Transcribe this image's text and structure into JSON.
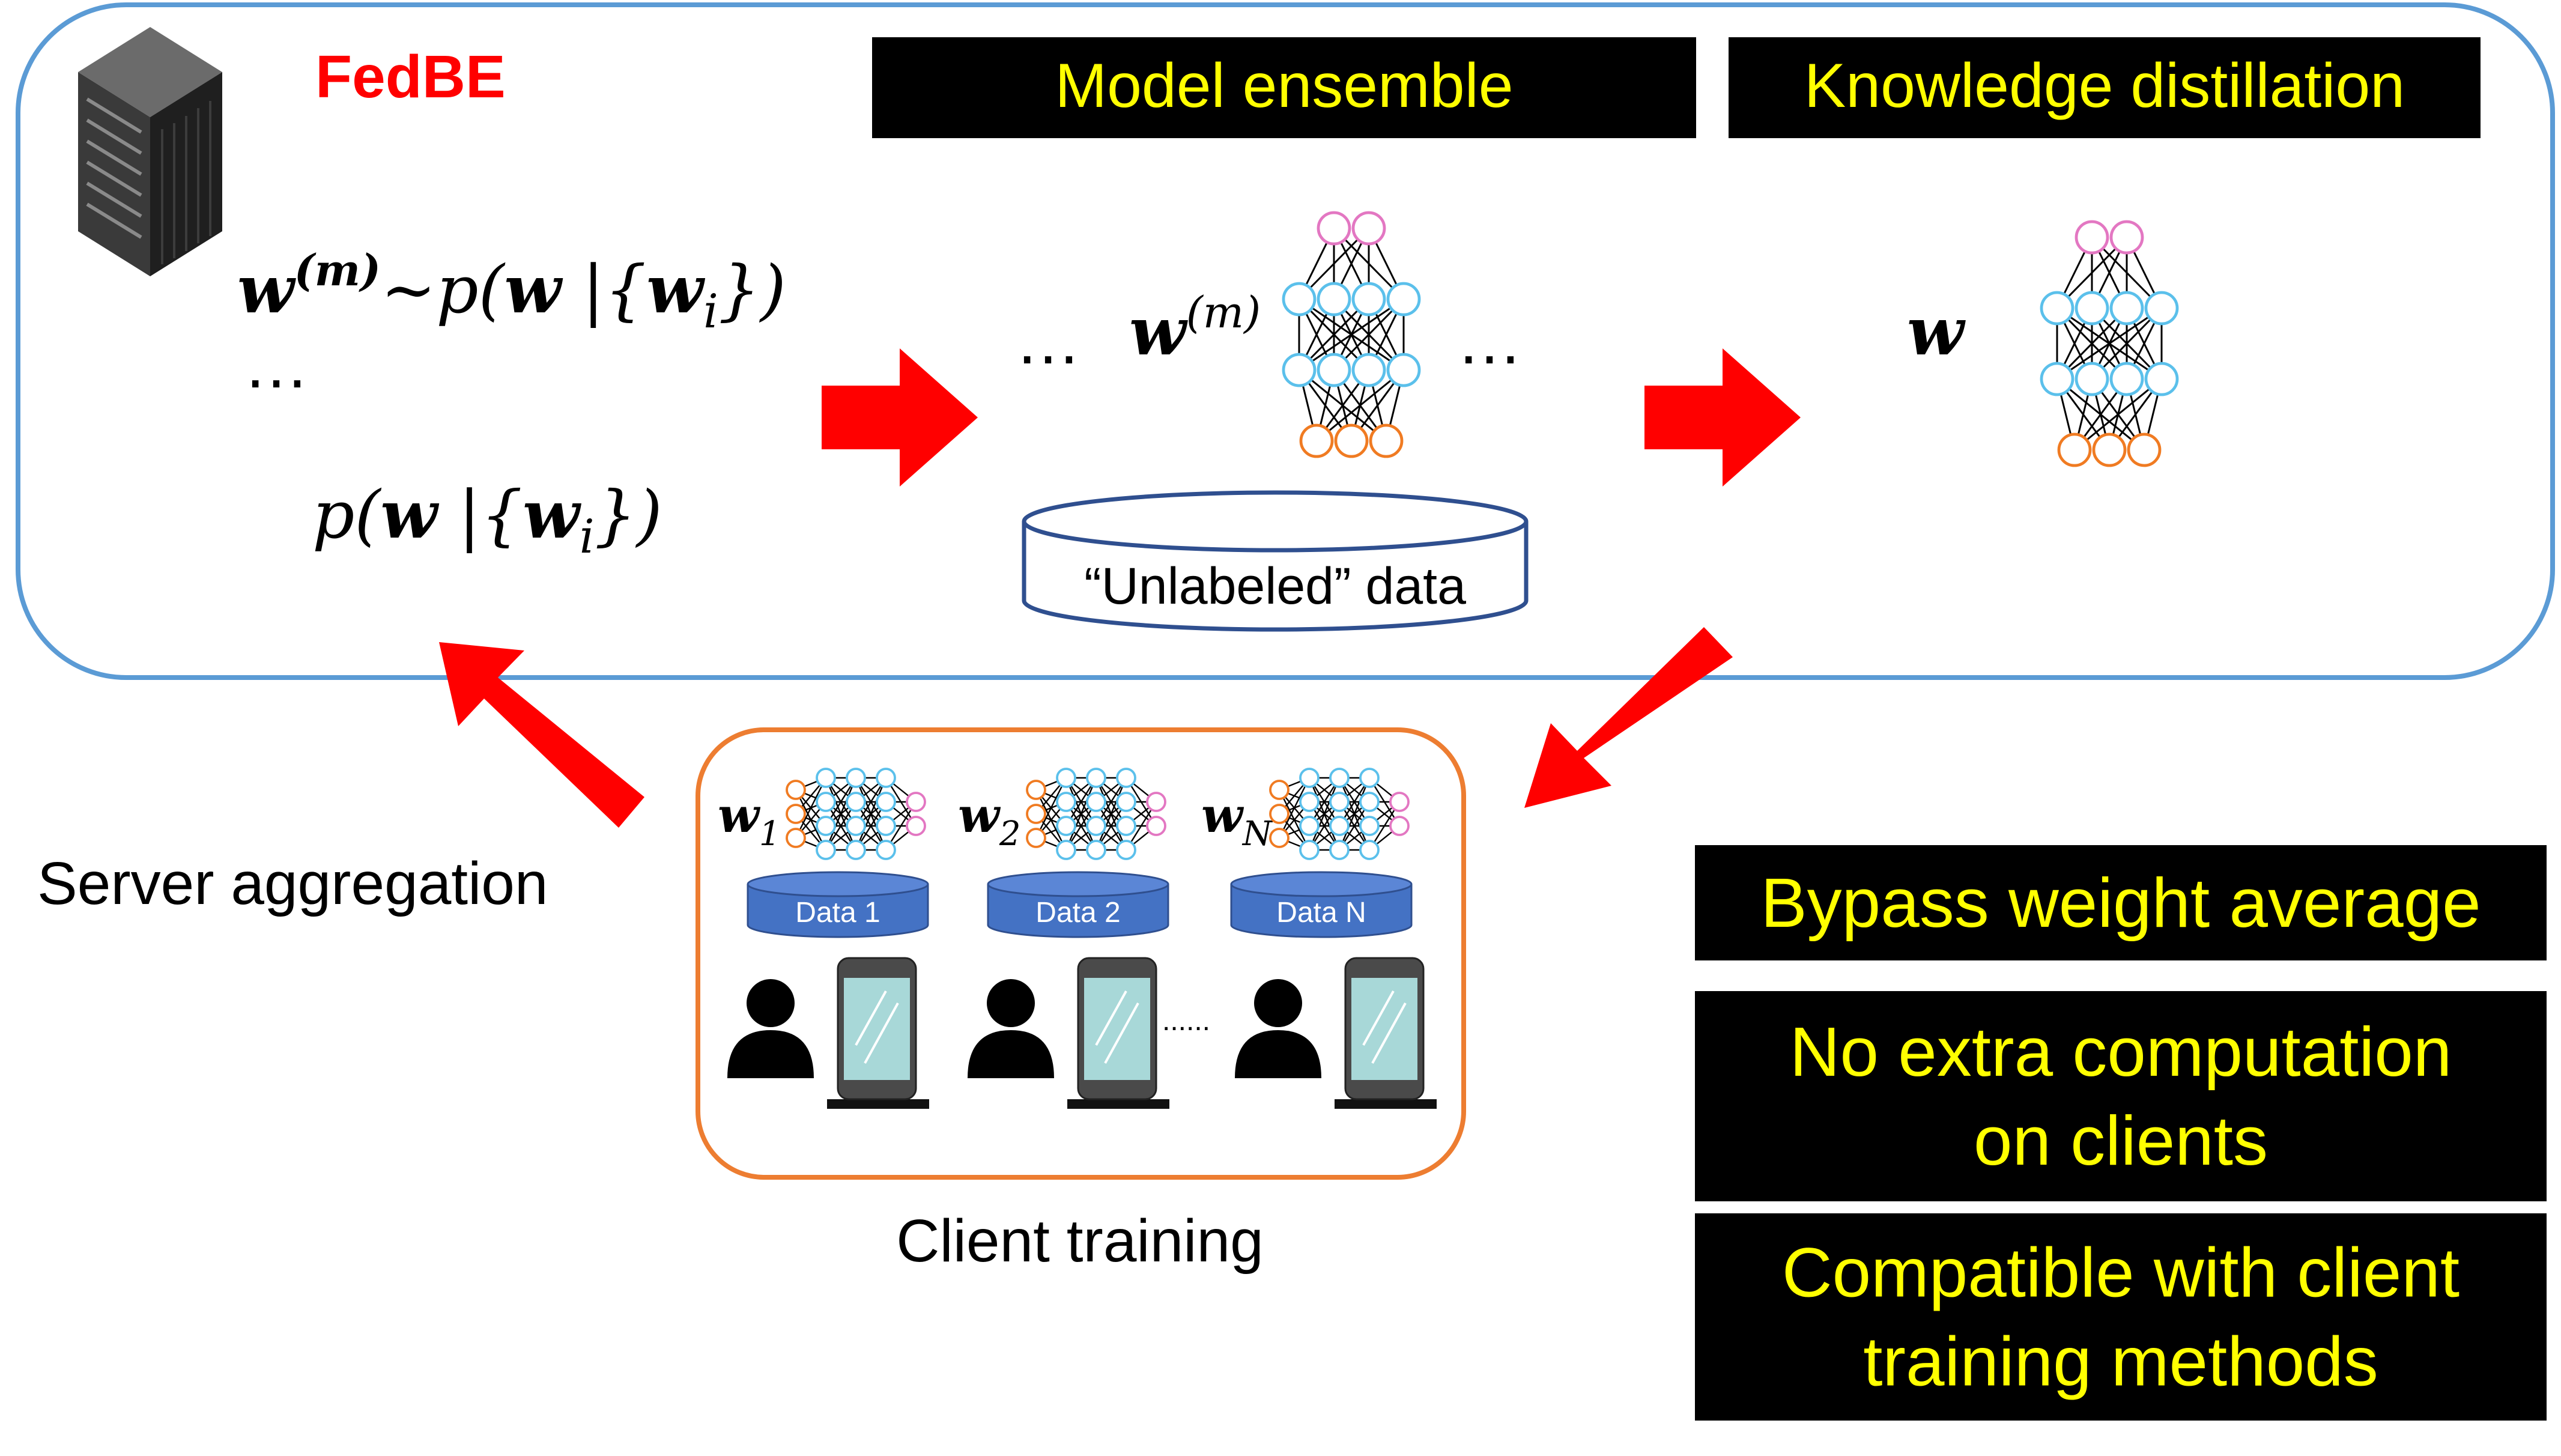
{
  "title": "FedBE",
  "formula_sample": {
    "w": "w",
    "m": "(m)",
    "tilde": "~p(",
    "w2": "w",
    "bar": " |{",
    "wi": "w",
    "i": "i",
    "close": "})"
  },
  "ellipsis_left": "…",
  "formula_posterior": {
    "p": "p(",
    "w": "w",
    "bar": " |{",
    "wi": "w",
    "i": "i",
    "close": "})"
  },
  "model_ensemble": {
    "header": "Model ensemble",
    "ellipsis": "…",
    "w": "w",
    "m": "(m)",
    "data_label": "“Unlabeled” data"
  },
  "knowledge_distillation": {
    "header": "Knowledge distillation",
    "w": "w"
  },
  "clients": [
    {
      "w": "w",
      "sub": "1",
      "data_label": "Data 1"
    },
    {
      "w": "w",
      "sub": "2",
      "data_label": "Data 2"
    },
    {
      "w": "w",
      "sub": "N",
      "data_label": "Data N"
    }
  ],
  "client_dots": "......",
  "server_aggregation_label": "Server aggregation",
  "client_training_label": "Client training",
  "features": [
    {
      "lines": [
        "Bypass weight average"
      ]
    },
    {
      "lines": [
        "No extra computation",
        "on clients"
      ]
    },
    {
      "lines": [
        "Compatible with client",
        "training methods"
      ]
    }
  ],
  "colors": {
    "panel_border": "#5b9bd5",
    "arrow": "#ff0000",
    "fedbe_title": "#ff0000",
    "header_bg": "#000000",
    "header_text": "#ffff00",
    "client_border": "#ed7d31",
    "node_pink": "#e377c2",
    "node_blue": "#5bc0eb",
    "node_orange": "#f07b22",
    "data_fill": "#4472c4",
    "data_border_dark": "#2f4f8f",
    "phone_screen": "#a8d8d8"
  }
}
